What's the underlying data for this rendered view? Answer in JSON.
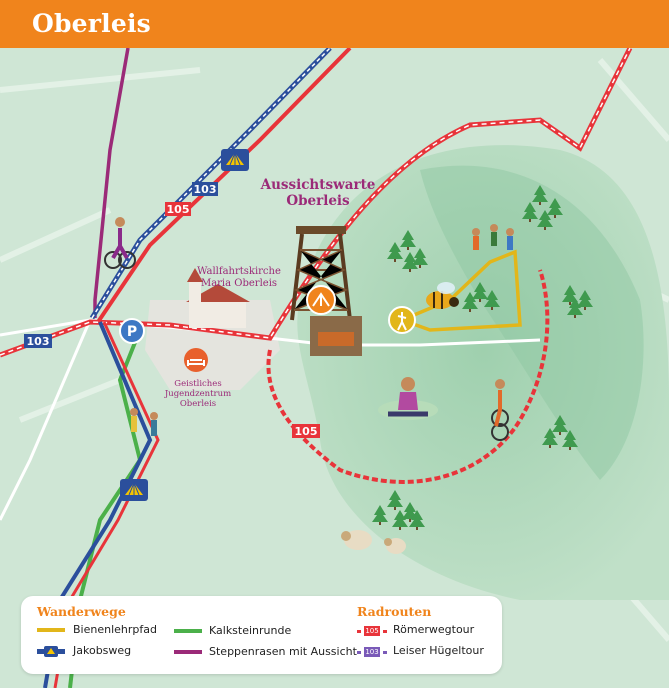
{
  "title": "Oberleis",
  "map": {
    "poi": {
      "tower_name": "Aussichtswarte Oberleis",
      "tower_line1": "Aussichtswarte",
      "tower_line2": "Oberleis",
      "church_line1": "Wallfahrtskirche",
      "church_line2": "Maria Oberleis",
      "youth_line1": "Geistliches",
      "youth_line2": "Jugendzentrum",
      "youth_line3": "Oberleis",
      "parking": "P"
    },
    "route_badges": {
      "r103_a": "103",
      "r105_a": "105",
      "r103_b": "103",
      "r105_b": "105"
    },
    "icons": [
      "scallop-shell-icon",
      "parking-icon",
      "bed-icon",
      "viewpoint-icon",
      "hiker-icon",
      "bee-icon",
      "cyclist-icon",
      "hikers-icon",
      "yoga-person-icon",
      "sheep-icon",
      "tree-icon"
    ]
  },
  "legend": {
    "wanderwege_title": "Wanderwege",
    "radrouten_title": "Radrouten",
    "items": {
      "bienenlehrpfad": "Bienenlehrpfad",
      "jakobsweg": "Jakobsweg",
      "kalksteinrunde": "Kalksteinrunde",
      "steppenrasen": "Steppenrasen mit Aussicht",
      "roemerweg": "Römerwegtour",
      "leiser_huegel": "Leiser Hügeltour",
      "badge_105": "105",
      "badge_103": "103"
    }
  },
  "colors": {
    "header": "#f0841c",
    "bienenlehrpfad": "#e2b61a",
    "jakobsweg": "#2b4f9c",
    "kalksteinrunde": "#4bb04a",
    "steppenrasen": "#9b2a78",
    "roemerweg": "#e8343a",
    "leiser_huegel": "#7a5ab8",
    "map_base": "#cfe6d5",
    "hill": "#a9d6b8"
  }
}
